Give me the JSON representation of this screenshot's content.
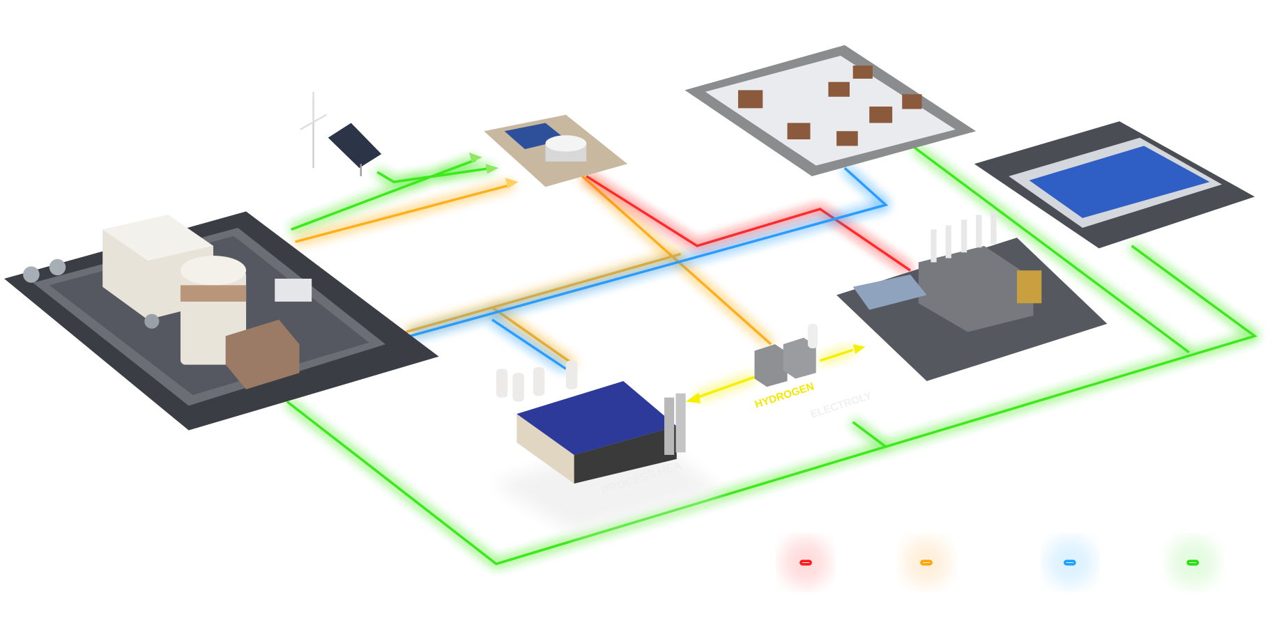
{
  "labels": {
    "hydrogen": "HYDROGEN",
    "process_heat": "PROCESS HEA",
    "electrolysis": "ELECTROLY"
  },
  "legend": [
    {
      "color": "#ff1a1a"
    },
    {
      "color": "#ffa500"
    },
    {
      "color": "#1aa0ff"
    },
    {
      "color": "#22e010"
    }
  ],
  "colors": {
    "red": "#ff2a2a",
    "orange": "#ffae1a",
    "blue": "#2a9cff",
    "green": "#3ee81a",
    "yellow": "#f4f000"
  }
}
